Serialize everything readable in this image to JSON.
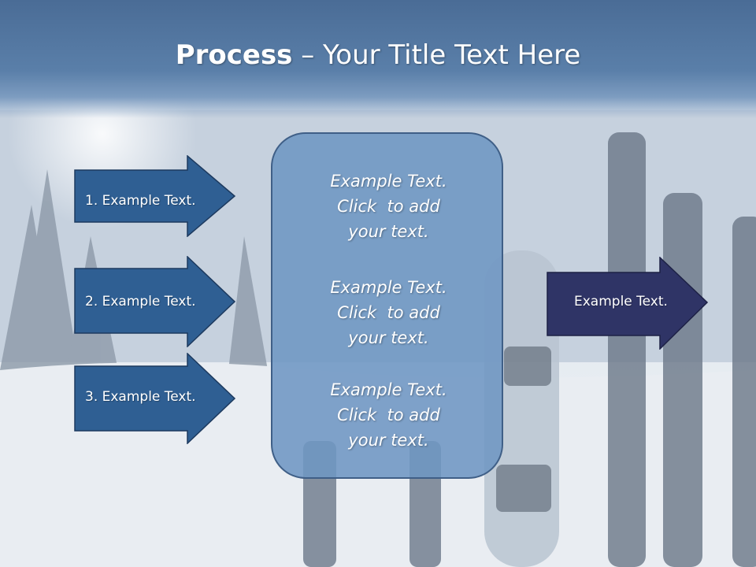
{
  "title": {
    "bold": "Process",
    "rest": " – Your Title Text Here"
  },
  "left_arrows": [
    {
      "label": "1. Example Text."
    },
    {
      "label": "2. Example Text."
    },
    {
      "label": "3. Example Text."
    }
  ],
  "center_panel": {
    "blocks": [
      {
        "line1": "Example Text.",
        "line2": "Click  to add",
        "line3": "your text."
      },
      {
        "line1": "Example Text.",
        "line2": "Click  to add",
        "line3": "your text."
      },
      {
        "line1": "Example Text.",
        "line2": "Click  to add",
        "line3": "your text."
      }
    ]
  },
  "right_arrow": {
    "label": "Example Text."
  },
  "colors": {
    "left_arrow_fill": "#2f5f93",
    "right_arrow_fill": "#2f3466",
    "panel_fill": "#6e96c3",
    "title_band": "#4a6c96"
  }
}
